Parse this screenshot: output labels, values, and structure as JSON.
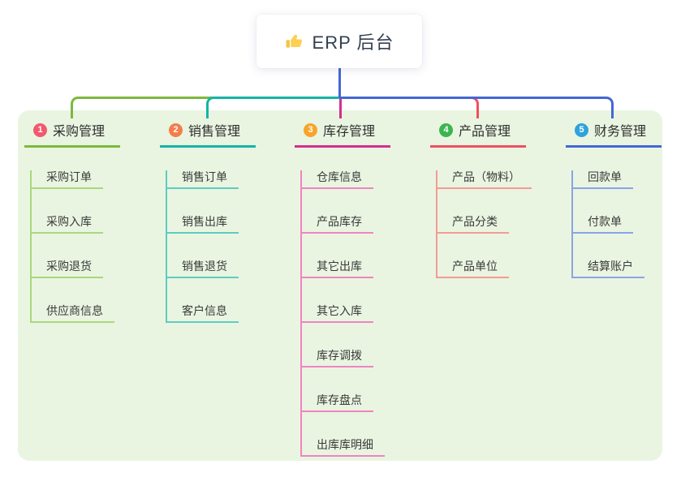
{
  "root": {
    "label": "ERP 后台",
    "icon": "thumbs-up-icon",
    "node_bg": "#ffffff",
    "stem_color": "#4566d6"
  },
  "canvas_bg": "#e9f5e1",
  "branches": [
    {
      "badge": "1",
      "title": "采购管理",
      "colors": {
        "main": "#7cb93e",
        "light": "#a9d77e",
        "badge": "#f2596f"
      },
      "children": [
        "采购订单",
        "采购入库",
        "采购退货",
        "供应商信息"
      ]
    },
    {
      "badge": "2",
      "title": "销售管理",
      "colors": {
        "main": "#13b5a5",
        "light": "#5fccc0",
        "badge": "#f67d4b"
      },
      "children": [
        "销售订单",
        "销售出库",
        "销售退货",
        "客户信息"
      ]
    },
    {
      "badge": "3",
      "title": "库存管理",
      "colors": {
        "main": "#d42e8e",
        "light": "#ee85c1",
        "badge": "#f8a42c"
      },
      "children": [
        "仓库信息",
        "产品库存",
        "其它出库",
        "其它入库",
        "库存调拨",
        "库存盘点",
        "出库库明细"
      ]
    },
    {
      "badge": "4",
      "title": "产品管理",
      "colors": {
        "main": "#f0505f",
        "light": "#f59a94",
        "badge": "#3db54f"
      },
      "children": [
        "产品（物料）",
        "产品分类",
        "产品单位"
      ]
    },
    {
      "badge": "5",
      "title": "财务管理",
      "colors": {
        "main": "#4566d6",
        "light": "#8aa4e8",
        "badge": "#2fa3dc"
      },
      "children": [
        "回款单",
        "付款单",
        "结算账户"
      ]
    }
  ]
}
